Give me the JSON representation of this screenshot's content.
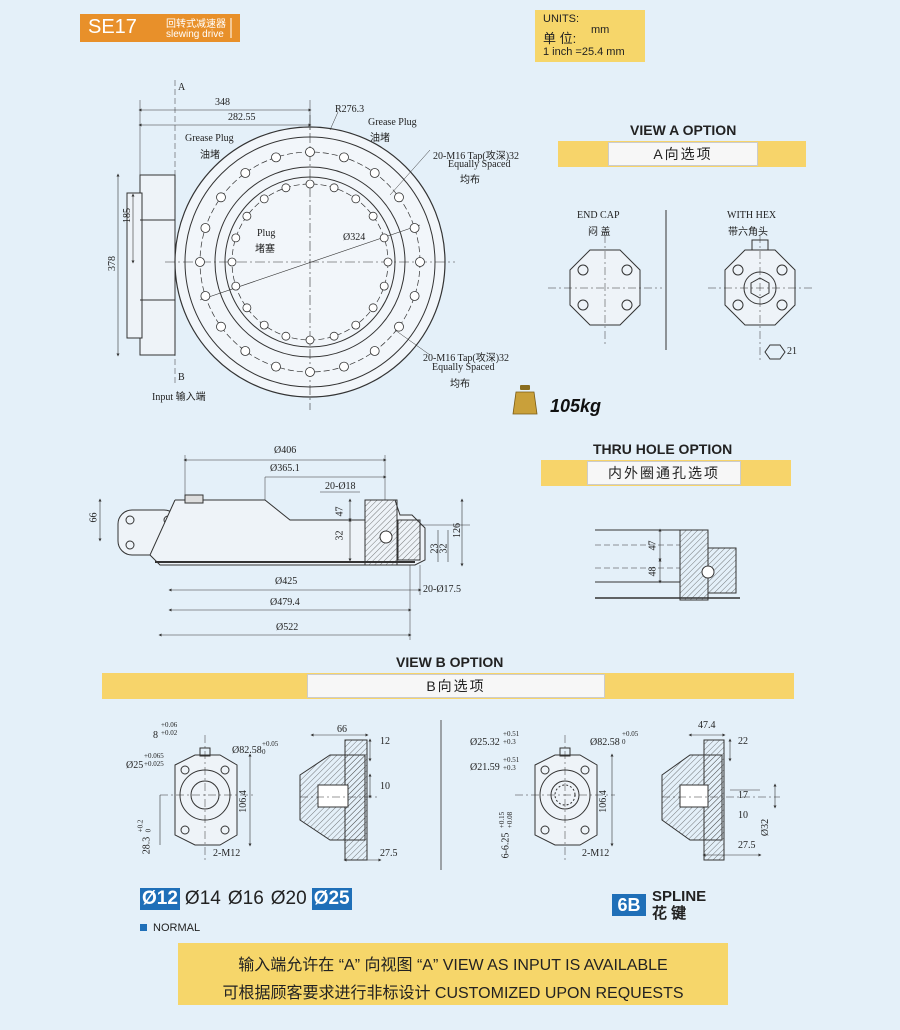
{
  "header": {
    "code": "SE17",
    "name_cn": "回转式减速器",
    "name_en": "slewing drive"
  },
  "units": {
    "label_en": "UNITS:",
    "label_cn": "单 位:",
    "unit": "mm",
    "conversion": "1 inch =25.4 mm"
  },
  "view_a": {
    "title": "VIEW A OPTION",
    "label": "A向选项"
  },
  "thru_hole": {
    "title": "THRU HOLE OPTION",
    "label": "内外圈通孔选项"
  },
  "view_b": {
    "title": "VIEW B OPTION",
    "label": "B向选项"
  },
  "weight": "105kg",
  "top_drawing": {
    "view_a_marker": "A",
    "view_b_marker": "B",
    "dim_348": "348",
    "dim_282": "282.55",
    "radius": "R276.3",
    "grease_plug_right_en": "Grease Plug",
    "grease_plug_right_cn": "油堵",
    "grease_plug_left_en": "Grease Plug",
    "grease_plug_left_cn": "油堵",
    "tap_top_1": "20-M16 Tap(攻深)32",
    "tap_top_2": "Equally Spaced",
    "tap_top_3": "均布",
    "dim_185": "185",
    "dim_378": "378",
    "plug_en": "Plug",
    "plug_cn": "堵塞",
    "dia_324": "Ø324",
    "tap_bot_1": "20-M16 Tap(攻深)32",
    "tap_bot_2": "Equally Spaced",
    "tap_bot_3": "均布",
    "input": "Input 输入端"
  },
  "end_cap": {
    "en": "END CAP",
    "cn": "闷 盖"
  },
  "with_hex": {
    "en": "WITH HEX",
    "cn": "带六角头",
    "dim": "21"
  },
  "section": {
    "d406": "Ø406",
    "d365": "Ø365.1",
    "holes_top": "20-Ø18",
    "d66": "66",
    "d47": "47",
    "d32": "32",
    "d126": "126",
    "d23": "23",
    "d32b": "32",
    "d425": "Ø425",
    "holes_bot": "20-Ø17.5",
    "d479": "Ø479.4",
    "d522": "Ø522"
  },
  "thru_section": {
    "d47": "47",
    "d48": "48"
  },
  "b_left": {
    "d8": "8",
    "d8_tol": "+0.06\n+0.02",
    "d25": "Ø25",
    "d25_tol": "+0.065\n+0.025",
    "d82": "Ø82.58",
    "d82_tol": "+0.05\n0",
    "d106": "106.4",
    "d28": "28.3",
    "d28_tol": "+0.2\n0",
    "m12": "2-M12",
    "s66": "66",
    "s12": "12",
    "s10": "10",
    "s27": "27.5"
  },
  "b_right": {
    "d25": "Ø25.32",
    "d25_tol": "+0.51\n+0.3",
    "d82": "Ø82.58",
    "d82_tol": "+0.05\n0",
    "d21": "Ø21.59",
    "d21_tol": "+0.51\n+0.3",
    "d106": "106.4",
    "d6": "6-6.25",
    "d6_tol": "+0.15\n+0.08",
    "m12": "2-M12",
    "s47": "47.4",
    "s22": "22",
    "s17": "17",
    "s10": "10",
    "s32": "Ø32",
    "s27": "27.5"
  },
  "bores": [
    "Ø12",
    "Ø14",
    "Ø16",
    "Ø20",
    "Ø25"
  ],
  "bores_highlighted": [
    "Ø12",
    "Ø25"
  ],
  "normal_label": "NORMAL",
  "spline": {
    "code": "6B",
    "en": "SPLINE",
    "cn": "花 键"
  },
  "notes": {
    "line1": "输入端允许在 “A” 向视图 “A” VIEW AS INPUT IS AVAILABLE",
    "line2": "可根据顾客要求进行非标设计 CUSTOMIZED UPON REQUESTS"
  },
  "colors": {
    "background": "#e4f0f9",
    "orange_tag": "#e8902a",
    "yellow_band": "#f7d46a",
    "blue_highlight": "#1f6fb8",
    "line": "#333333"
  }
}
